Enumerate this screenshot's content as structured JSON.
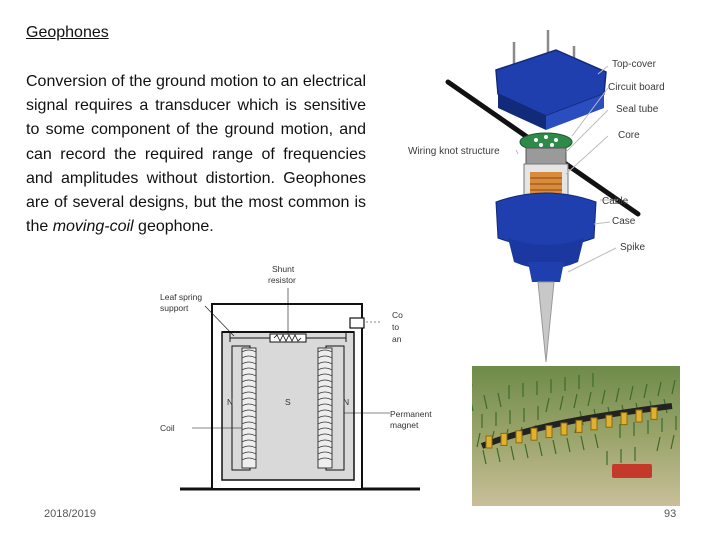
{
  "slide": {
    "title": "Geophones",
    "paragraph_main": "Conversion of the ground motion to an electrical signal requires a transducer which is sensitive to some component of the ground motion, and can record the required range of frequencies and amplitudes without distortion. Geophones are of several designs, but the most common is the ",
    "paragraph_emph": "moving-coil",
    "paragraph_tail": " geophone.",
    "date": "2018/2019",
    "page": "93"
  },
  "diagram_labels": {
    "shunt": "Shunt",
    "resistor": "resistor",
    "leaf_spring_1": "Leaf spring",
    "leaf_spring_2": "support",
    "connect_1": "Co",
    "connect_2": "to",
    "connect_3": "an",
    "north_left": "N",
    "south": "S",
    "north_right": "N",
    "coil": "Coil",
    "magnet_1": "Permanent",
    "magnet_2": "magnet"
  },
  "device_labels": {
    "top_cover": "Top-cover",
    "circuit_board": "Circuit board",
    "seal_tube": "Seal tube",
    "core": "Core",
    "wiring_knot": "Wiring knot structure",
    "cable": "Cable",
    "case": "Case",
    "spike": "Spike"
  },
  "colors": {
    "device_blue": "#1f3fae",
    "device_blue_dark": "#122a7a",
    "diagram_fill": "#d9d9d9",
    "spike_grey": "#c8c8c8"
  },
  "icons": [
    "geophone-cross-section-diagram",
    "geophone-exploded-view-picture",
    "geophone-field-spread-photo"
  ]
}
